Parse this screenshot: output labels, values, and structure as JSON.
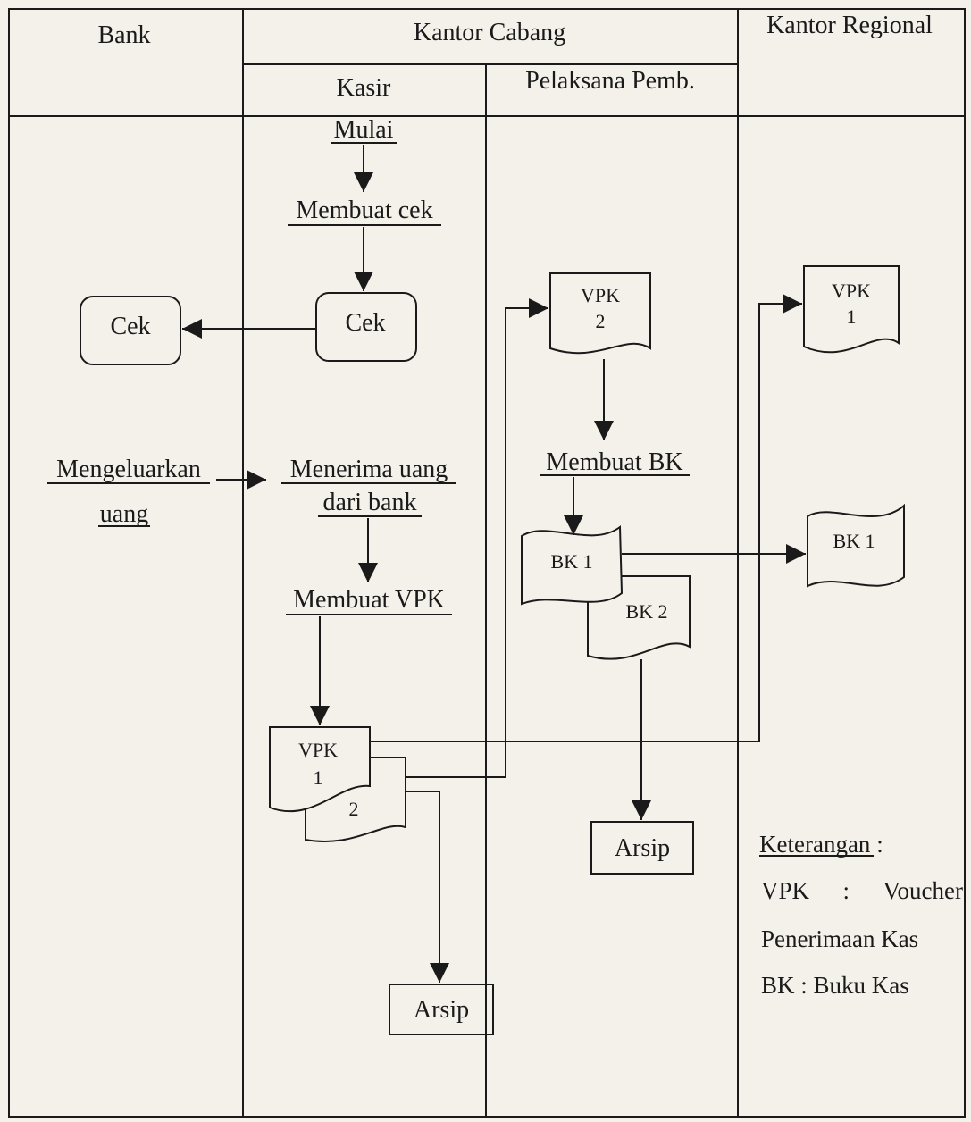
{
  "lanes": {
    "bank": "Bank",
    "kantor_cabang": "Kantor Cabang",
    "kantor_regional": "Kantor Regional",
    "kasir": "Kasir",
    "pelaksana": "Pelaksana Pemb."
  },
  "steps": {
    "mulai": "Mulai",
    "membuat_cek": "Membuat cek",
    "mengeluarkan_1": "Mengeluarkan",
    "mengeluarkan_2": "uang",
    "menerima_1": "Menerima uang",
    "menerima_2": "dari bank",
    "membuat_vpk": "Membuat VPK",
    "membuat_bk": "Membuat BK"
  },
  "docs": {
    "cek_bank": "Cek",
    "cek_kasir": "Cek",
    "vpk_doc": "VPK",
    "vpk_copy1": "1",
    "vpk_copy2": "2",
    "bk1": "BK 1",
    "bk2": "BK 2",
    "arsip": "Arsip"
  },
  "legend": {
    "title": "Keterangan",
    "colon": ":",
    "vpk_abbr": "VPK",
    "vpk_sep": ":",
    "vpk_desc": "Voucher",
    "vpk_desc2": "Penerimaan Kas",
    "bk_line": "BK : Buku Kas"
  }
}
